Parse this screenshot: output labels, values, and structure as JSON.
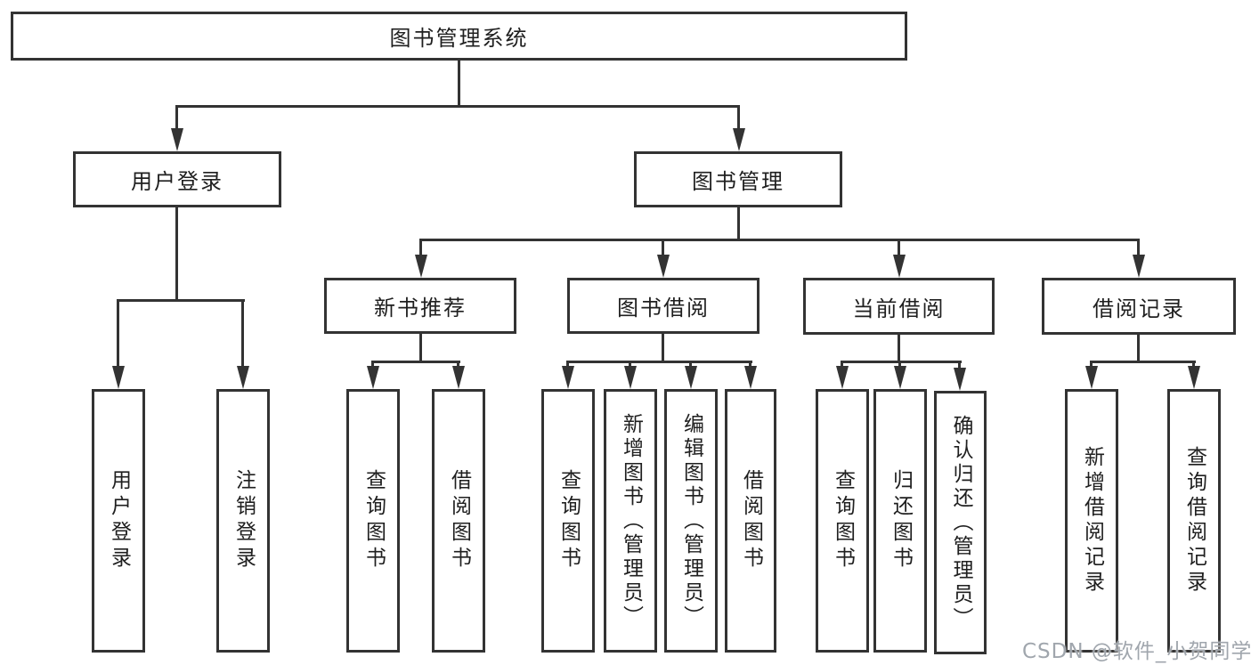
{
  "diagram": {
    "root": "图书管理系统",
    "branches": {
      "user_login": "用户登录",
      "book_management": "图书管理"
    },
    "modules": {
      "new_book_recommend": "新书推荐",
      "book_borrow": "图书借阅",
      "current_borrow": "当前借阅",
      "borrow_record": "借阅记录"
    },
    "leaves": {
      "user_login": [
        "用户登录",
        "注销登录"
      ],
      "new_book_recommend": [
        "查询图书",
        "借阅图书"
      ],
      "book_borrow": [
        "查询图书",
        "新增图书（管理员）",
        "编辑图书（管理员）",
        "借阅图书"
      ],
      "current_borrow": [
        "查询图书",
        "归还图书",
        "确认归还（管理员）"
      ],
      "borrow_record": [
        "新增借阅记录",
        "查询借阅记录"
      ]
    }
  },
  "watermark": "CSDN @软件_小贺同学",
  "colors": {
    "line": "#333333",
    "text": "#1f1f1f",
    "watermark": "#a0a6ad",
    "background": "#ffffff"
  }
}
